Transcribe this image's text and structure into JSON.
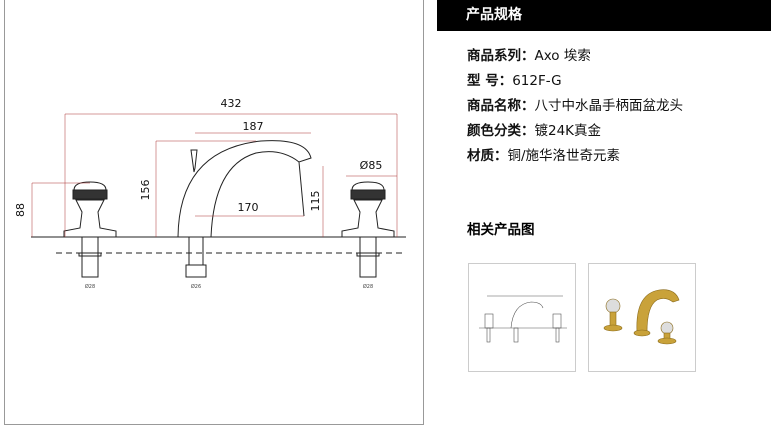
{
  "drawing": {
    "dims": {
      "width_total": "432",
      "spout_reach": "187",
      "spout_height": "156",
      "spout_inner": "170",
      "spout_outlet": "115",
      "handle_height": "88",
      "handle_dia": "Ø85",
      "pipe_left": "Ø28",
      "pipe_mid": "Ø26",
      "pipe_right": "Ø28"
    }
  },
  "spec": {
    "title": "产品规格",
    "rows": [
      {
        "label": "商品系列：",
        "value": "Axo 埃索"
      },
      {
        "label": "型 号：",
        "value": "612F-G"
      },
      {
        "label": "商品名称：",
        "value": "八寸中水晶手柄面盆龙头"
      },
      {
        "label": "颜色分类：",
        "value": "镀24K真金"
      },
      {
        "label": "材质：",
        "value": "铜/施华洛世奇元素"
      }
    ]
  },
  "related": {
    "title": "相关产品图"
  },
  "colors": {
    "gold": "#c9a23a",
    "header": "#000000"
  }
}
